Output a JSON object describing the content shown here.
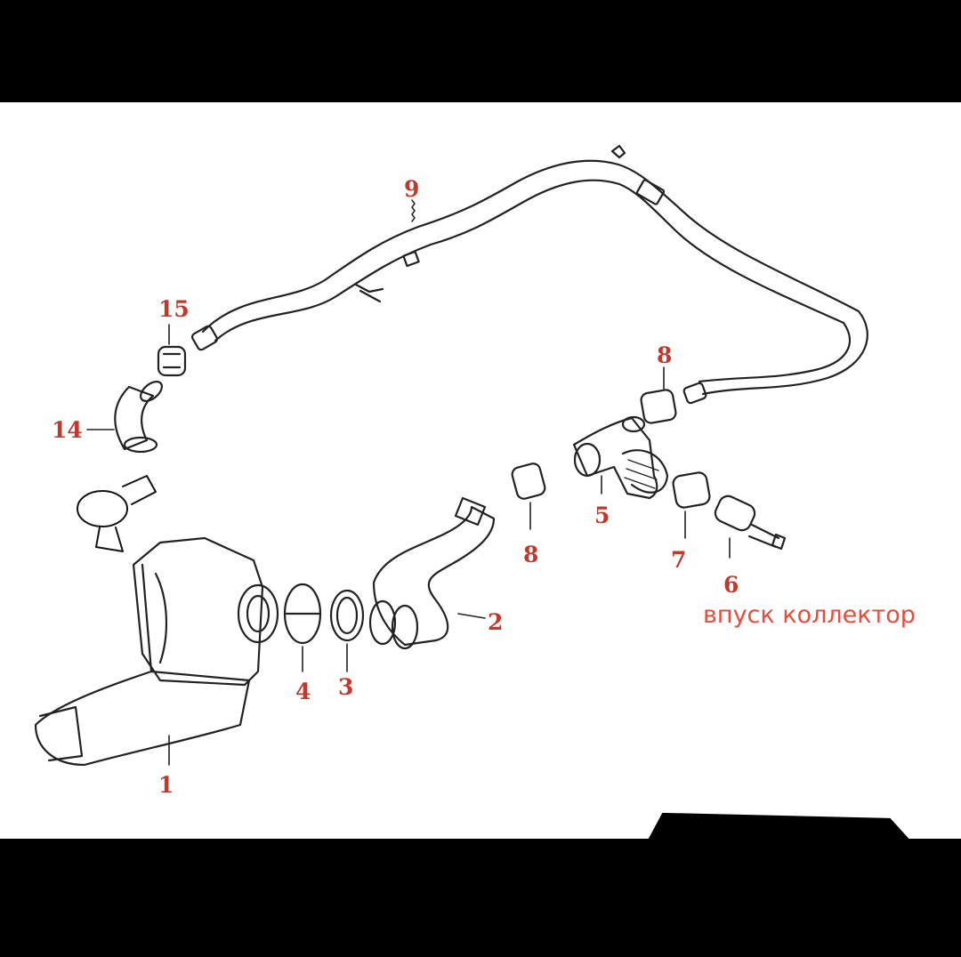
{
  "diagram": {
    "callouts": {
      "c1": "1",
      "c2": "2",
      "c3": "3",
      "c4": "4",
      "c5": "5",
      "c6": "6",
      "c7": "7",
      "c8a": "8",
      "c8b": "8",
      "c9": "9",
      "c14": "14",
      "c15": "15"
    },
    "annotation": "впуск коллектор",
    "colors": {
      "callout": "#c0392b",
      "annotation": "#e74c3c",
      "line": "#222222",
      "band": "#000000"
    }
  }
}
